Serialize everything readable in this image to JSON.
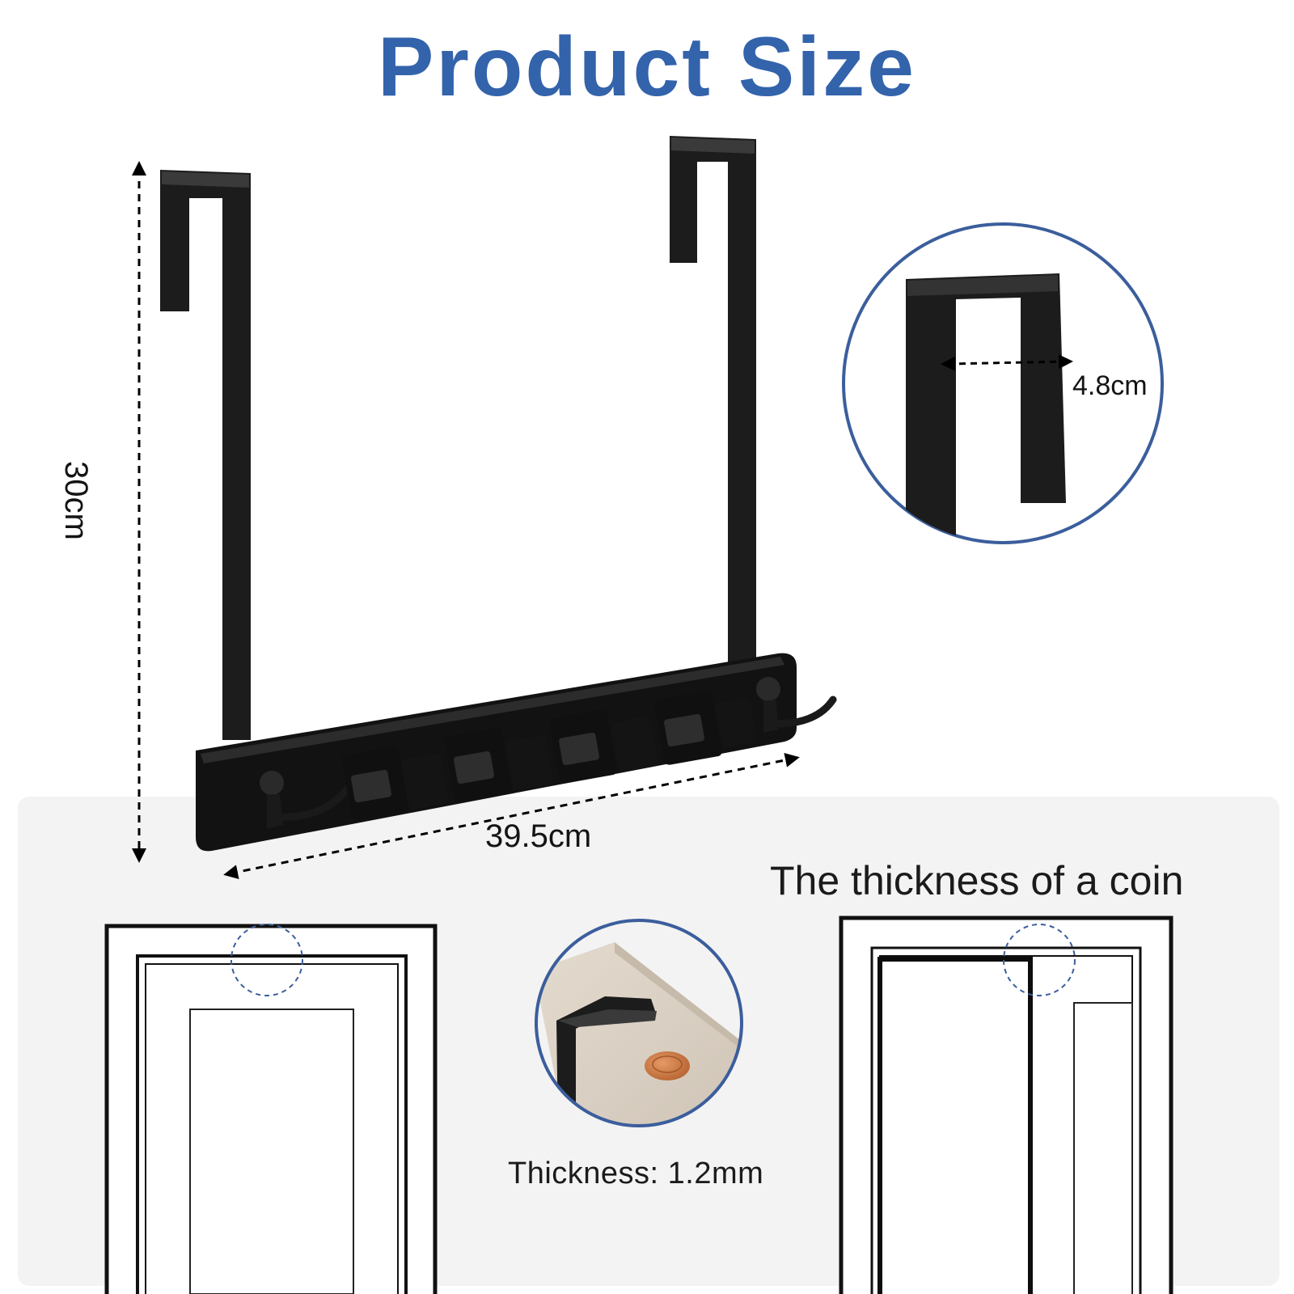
{
  "title": "Product Size",
  "dimensions": {
    "height": "30cm",
    "width": "39.5cm",
    "hook_opening": "4.8cm"
  },
  "coin_caption": "The thickness of a coin",
  "thickness_label": "Thickness: 1.2mm",
  "colors": {
    "title_blue": "#3363ab",
    "product_black": "#1a1a1a",
    "panel_gray": "#f3f3f3",
    "circle_outline": "#3b5e9c",
    "wood": "#d8cfc3",
    "coin": "#c8743e"
  }
}
